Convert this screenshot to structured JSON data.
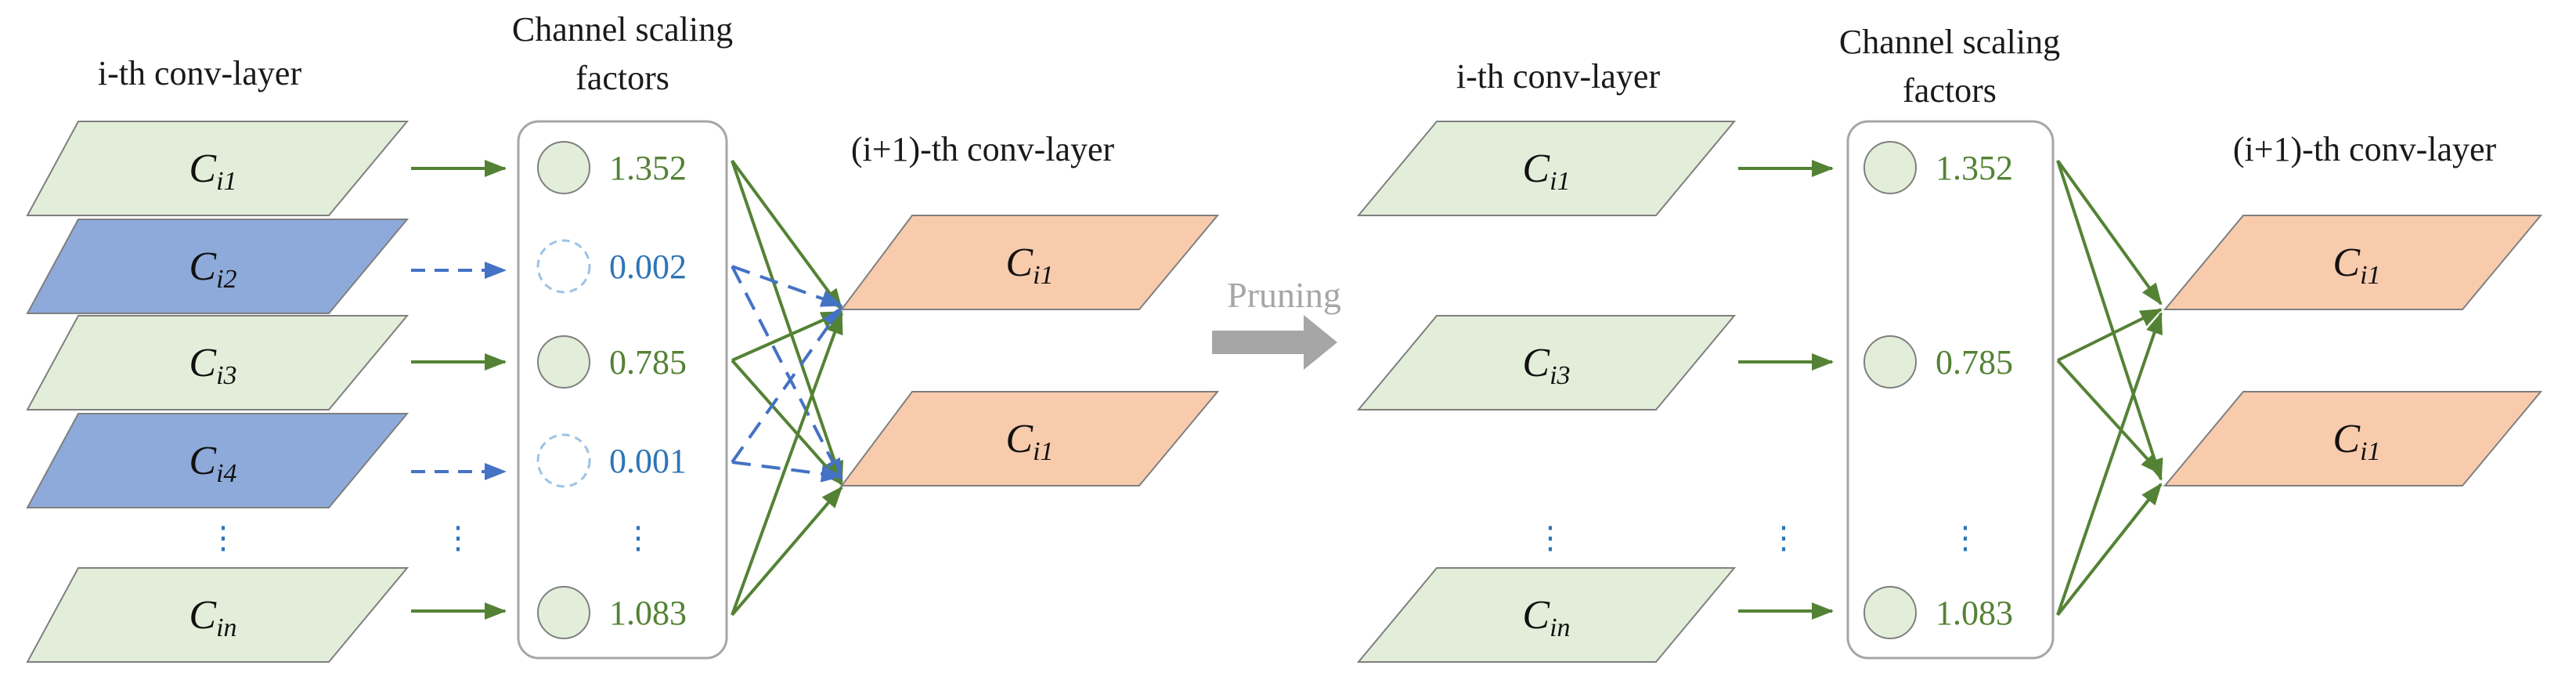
{
  "colors": {
    "green_fill": "#e2eed9",
    "blue_fill": "#8eaadb",
    "orange_fill": "#f8cbad",
    "green_line": "#548235",
    "blue_line": "#4472c4",
    "blue_text": "#2e75b6",
    "circle_pruned_stroke": "#9dc3e6",
    "box_stroke": "#a6a6a6",
    "arrow_gray": "#a6a6a6",
    "shape_outline": "#7f7f7f"
  },
  "left": {
    "conv_layer_title": "i-th conv-layer",
    "scaling_title_line1": "Channel scaling",
    "scaling_title_line2": "factors",
    "next_layer_title": "(i+1)-th conv-layer",
    "channels": [
      {
        "letter": "C",
        "sub": "i1",
        "value": "1.352",
        "pruned": false
      },
      {
        "letter": "C",
        "sub": "i2",
        "value": "0.002",
        "pruned": true
      },
      {
        "letter": "C",
        "sub": "i3",
        "value": "0.785",
        "pruned": false
      },
      {
        "letter": "C",
        "sub": "i4",
        "value": "0.001",
        "pruned": true
      },
      {
        "letter": "C",
        "sub": "in",
        "value": "1.083",
        "pruned": false
      }
    ],
    "outputs": [
      {
        "letter": "C",
        "sub": "i1"
      },
      {
        "letter": "C",
        "sub": "i1"
      }
    ]
  },
  "pruning_label": "Pruning",
  "right": {
    "conv_layer_title": "i-th conv-layer",
    "scaling_title_line1": "Channel scaling",
    "scaling_title_line2": "factors",
    "next_layer_title": "(i+1)-th conv-layer",
    "channels": [
      {
        "letter": "C",
        "sub": "i1",
        "value": "1.352"
      },
      {
        "letter": "C",
        "sub": "i3",
        "value": "0.785"
      },
      {
        "letter": "C",
        "sub": "in",
        "value": "1.083"
      }
    ],
    "outputs": [
      {
        "letter": "C",
        "sub": "i1"
      },
      {
        "letter": "C",
        "sub": "i1"
      }
    ]
  },
  "ellipsis": "⋮"
}
